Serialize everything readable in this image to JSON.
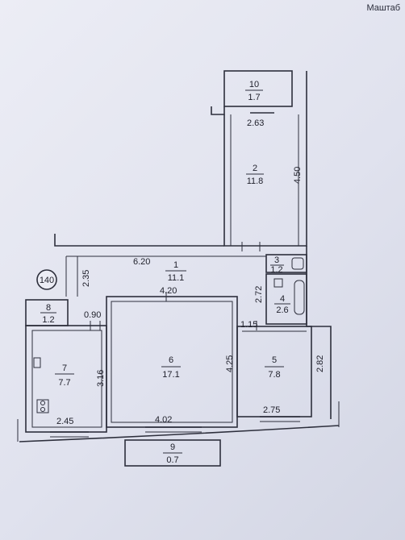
{
  "header": {
    "scale_label": "Маштаб"
  },
  "plan": {
    "rooms": [
      {
        "number": "1",
        "area": "11.1"
      },
      {
        "number": "2",
        "area": "11.8"
      },
      {
        "number": "3",
        "area": "1.2"
      },
      {
        "number": "4",
        "area": "2.6"
      },
      {
        "number": "5",
        "area": "7.8"
      },
      {
        "number": "6",
        "area": "17.1"
      },
      {
        "number": "7",
        "area": "7.7"
      },
      {
        "number": "8",
        "area": "1.2"
      },
      {
        "number": "9",
        "area": "0.7"
      },
      {
        "number": "10",
        "area": "1.7"
      }
    ],
    "dimensions": {
      "room2_width": "2.63",
      "room2_length": "4.50",
      "hall_length": "6.20",
      "hall_width": "2.35",
      "room6_top": "4.20",
      "bath_length": "2.72",
      "room8_width": "0.90",
      "room5_top": "1.15",
      "room6_height": "4.25",
      "room5_height": "2.82",
      "room7_height": "3.16",
      "room7_bottom": "2.45",
      "room6_bottom": "4.02",
      "room5_bottom": "2.75"
    },
    "badge": "140"
  }
}
